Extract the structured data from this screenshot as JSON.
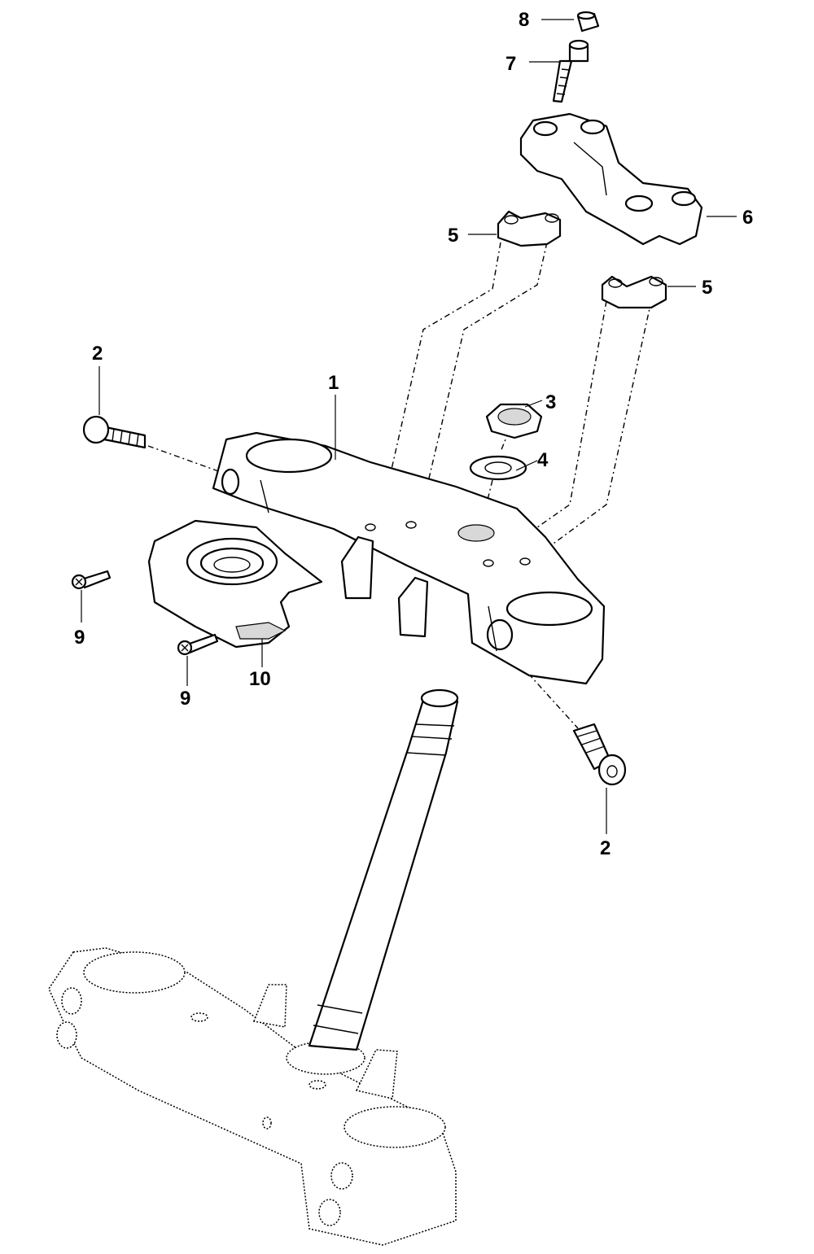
{
  "callouts": {
    "c1": "1",
    "c2a": "2",
    "c2b": "2",
    "c3": "3",
    "c4": "4",
    "c5a": "5",
    "c5b": "5",
    "c6": "6",
    "c7": "7",
    "c8": "8",
    "c9a": "9",
    "c9b": "9",
    "c10": "10"
  }
}
